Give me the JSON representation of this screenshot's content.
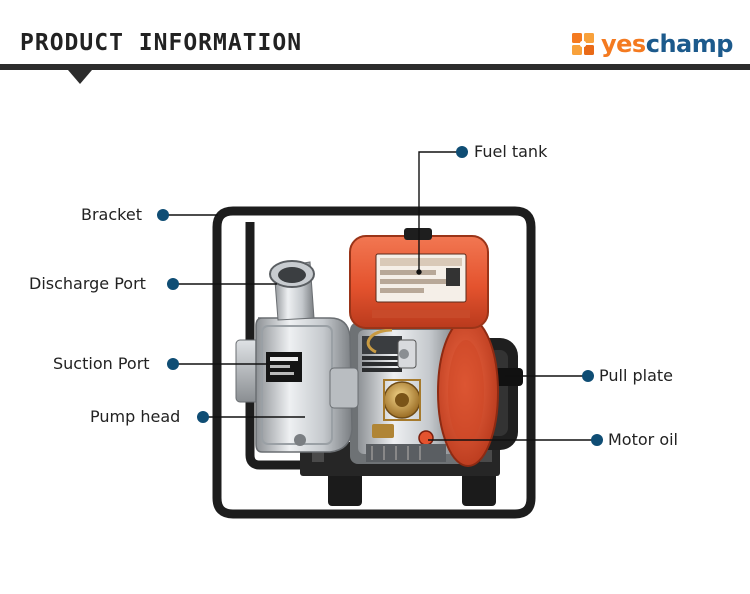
{
  "header": {
    "title": "PRODUCT INFORMATION",
    "logo_yes": "yes",
    "logo_champ": "champ",
    "logo_icon": "puzzle-logo-icon"
  },
  "colors": {
    "accent_orange": "#f47a20",
    "brand_blue": "#1c5a8c",
    "callout_dot": "#0f4d74",
    "header_rule": "#2c2c2c",
    "engine_red": "#e85a35"
  },
  "callouts": {
    "fuel_tank": "Fuel tank",
    "bracket": "Bracket",
    "discharge_port": "Discharge Port",
    "suction_port": "Suction Port",
    "pump_head": "Pump head",
    "pull_plate": "Pull plate",
    "motor_oil": "Motor oil"
  }
}
